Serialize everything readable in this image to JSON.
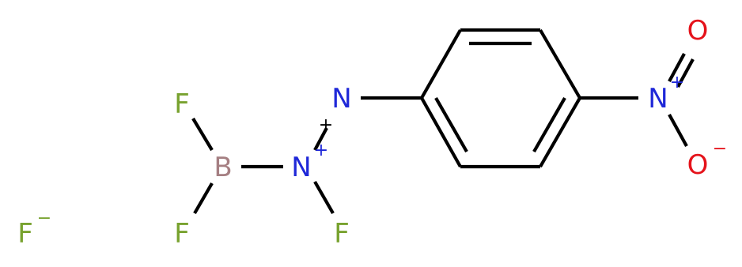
{
  "molecule": {
    "atoms": {
      "fluorine_top": {
        "symbol": "F"
      },
      "boron": {
        "symbol": "B"
      },
      "fluorine_bottom_left": {
        "symbol": "F"
      },
      "nitrogen_cation": {
        "symbol": "N",
        "charge": "+"
      },
      "fluorine_on_nitrogen": {
        "symbol": "F"
      },
      "azo_nitrogen": {
        "symbol": "N",
        "bond_charge": "+"
      },
      "nitro_nitrogen": {
        "symbol": "N",
        "charge": "+"
      },
      "nitro_oxygen_top": {
        "symbol": "O"
      },
      "nitro_oxygen_bottom": {
        "symbol": "O",
        "charge": "−"
      },
      "fluoride_ion": {
        "symbol": "F",
        "charge": "−"
      }
    },
    "colors": {
      "fluorine": "#78A22F",
      "boron": "#A57F82",
      "nitrogen": "#1F28D8",
      "oxygen": "#E5131B",
      "bond": "#000000"
    }
  }
}
